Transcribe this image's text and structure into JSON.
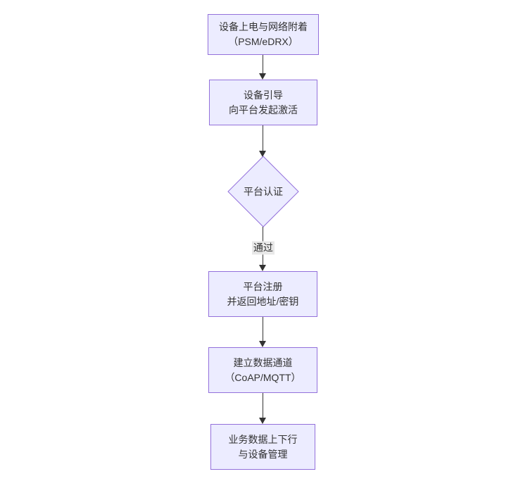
{
  "diagram": {
    "type": "flowchart",
    "direction": "top-down",
    "nodes": [
      {
        "id": "A",
        "shape": "rect",
        "line1": "设备上电与网络附着",
        "line2": "（PSM/eDRX）"
      },
      {
        "id": "B",
        "shape": "rect",
        "line1": "设备引导",
        "line2": "向平台发起激活"
      },
      {
        "id": "C",
        "shape": "diamond",
        "line1": "平台认证",
        "line2": ""
      },
      {
        "id": "D",
        "shape": "rect",
        "line1": "平台注册",
        "line2": "并返回地址/密钥"
      },
      {
        "id": "E",
        "shape": "rect",
        "line1": "建立数据通道",
        "line2": "（CoAP/MQTT）"
      },
      {
        "id": "F",
        "shape": "rect",
        "line1": "业务数据上下行",
        "line2": "与设备管理"
      }
    ],
    "edges": [
      {
        "from": "A",
        "to": "B",
        "label": ""
      },
      {
        "from": "B",
        "to": "C",
        "label": ""
      },
      {
        "from": "C",
        "to": "D",
        "label": "通过"
      },
      {
        "from": "D",
        "to": "E",
        "label": ""
      },
      {
        "from": "E",
        "to": "F",
        "label": ""
      }
    ],
    "colors": {
      "background": "#ffffff",
      "node_fill": "#ECECFF",
      "node_border": "#9370DB",
      "text": "#333333",
      "arrow": "#333333",
      "edge_label_bg": "#e8e8e8"
    }
  }
}
